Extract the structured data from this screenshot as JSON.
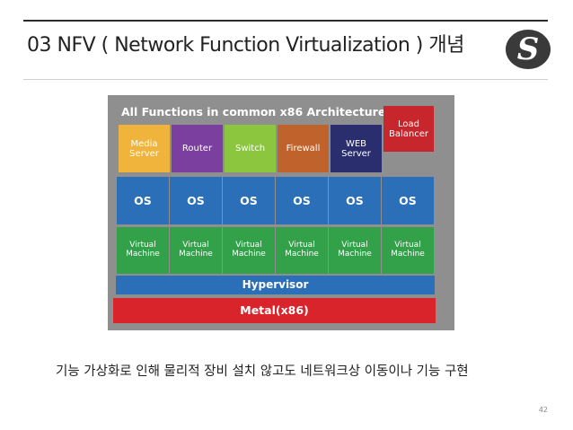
{
  "header": {
    "title": "03 NFV ( Network Function Virtualization ) 개념",
    "logo_letter": "S"
  },
  "diagram": {
    "title": "All Functions in common x86 Architecture",
    "functions": [
      {
        "label": "Media\nServer",
        "color": "#f0b43c"
      },
      {
        "label": "Router",
        "color": "#7b3fa0"
      },
      {
        "label": "Switch",
        "color": "#8cc63f"
      },
      {
        "label": "Firewall",
        "color": "#c0622b"
      },
      {
        "label": "WEB\nServer",
        "color": "#2b2e6e"
      }
    ],
    "load_balancer": "Load\nBalancer",
    "os_label": "OS",
    "vm_label": "Virtual\nMachine",
    "hypervisor": "Hypervisor",
    "metal": "Metal(x86)"
  },
  "caption": "기능 가상화로 인해 물리적 장비 설치 않고도 네트워크상 이동이나 기능 구현",
  "page_number": "42"
}
